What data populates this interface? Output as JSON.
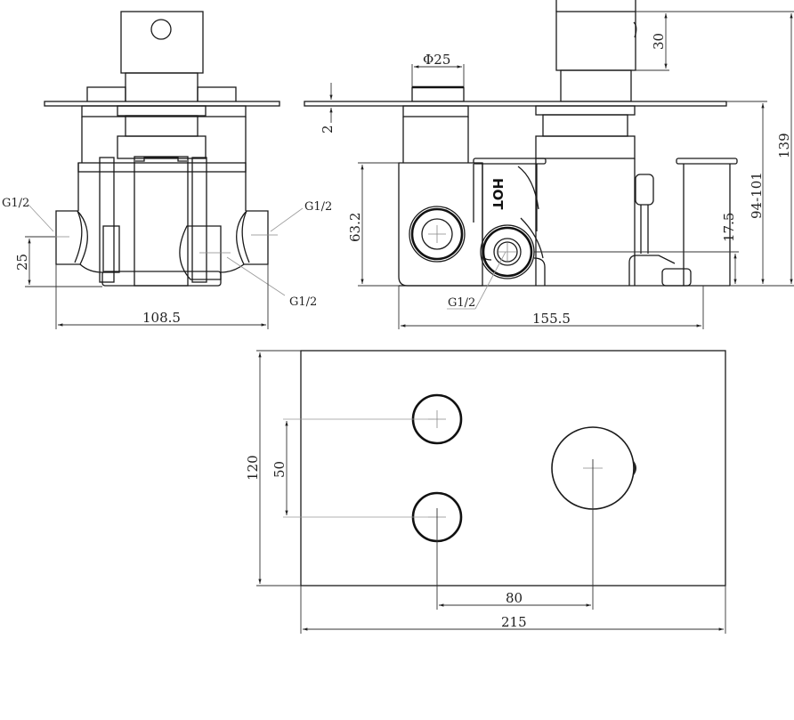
{
  "drawing": {
    "type": "technical-drawing",
    "subject": "concealed thermostatic shower valve with faceplate",
    "units": "mm",
    "line_color": "#1a1a1a",
    "background": "#ffffff"
  },
  "side_view": {
    "labels": {
      "inlet_left": "G1/2",
      "inlet_right": "G1/2",
      "outlet_bottom": "G1/2"
    },
    "dimensions": {
      "width": "108.5",
      "inlet_height": "25"
    }
  },
  "front_view": {
    "labels": {
      "hot_marking": "HOT",
      "outlet": "G1/2"
    },
    "dimensions": {
      "knob_diameter": "Φ25",
      "plate_thickness": "2",
      "body_height": "63.2",
      "outlet_height": "17.5",
      "wall_depth": "94-101",
      "overall_depth": "139",
      "handle_length": "30",
      "body_width": "155.5"
    }
  },
  "plate_view": {
    "dimensions": {
      "plate_height": "120",
      "button_spacing": "50",
      "horizontal_offset": "80",
      "plate_width": "215"
    }
  }
}
